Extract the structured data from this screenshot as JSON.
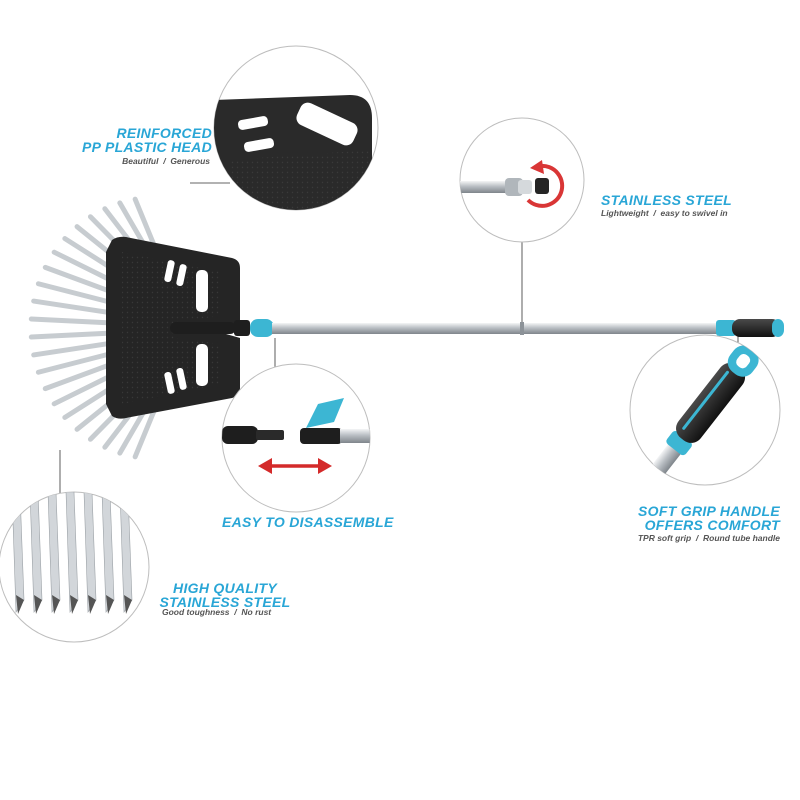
{
  "colors": {
    "accent": "#29a6d6",
    "teal_part": "#3cb6d3",
    "rake_head": "#232323",
    "steel": "#c9cdd1",
    "subtext": "#555555"
  },
  "features": {
    "head": {
      "title_line1": "REINFORCED",
      "title_line2": "PP PLASTIC HEAD",
      "sub_a": "Beautiful",
      "sub_sep": "/",
      "sub_b": "Generous"
    },
    "steel_pole": {
      "title": "STAINLESS STEEL",
      "sub_a": "Lightweight",
      "sub_sep": "/",
      "sub_b": "easy to swivel in"
    },
    "disassemble": {
      "title": "EASY TO DISASSEMBLE"
    },
    "grip": {
      "title_line1": "SOFT GRIP HANDLE",
      "title_line2": "OFFERS COMFORT",
      "sub_a": "TPR soft grip",
      "sub_sep": "/",
      "sub_b": "Round tube handle"
    },
    "tines": {
      "title_line1": "HIGH QUALITY",
      "title_line2": "STAINLESS STEEL",
      "sub_a": "Good toughness",
      "sub_sep": "/",
      "sub_b": "No rust"
    }
  }
}
